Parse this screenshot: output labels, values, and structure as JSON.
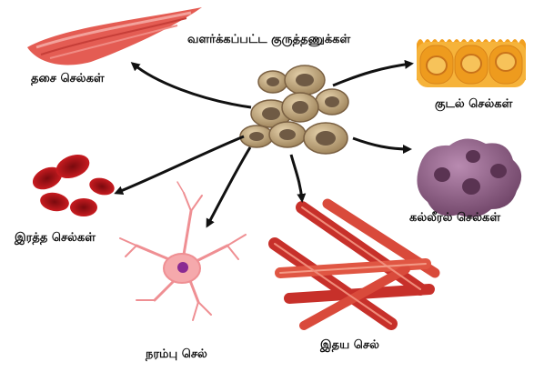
{
  "title": "வளர்க்கப்பட்ட குருத்தணுக்கள்",
  "labels": {
    "muscle": "தசை செல்கள்",
    "intestine": "குடல் செல்கள்",
    "blood": "இரத்த செல்கள்",
    "liver": "கல்லீரல் செல்கள்",
    "nerve": "நரம்பு செல்",
    "heart": "இதய செல்"
  },
  "colors": {
    "arrow": "#111111",
    "stem_fill": "#b9a079",
    "stem_nucleus": "#6f5a44",
    "muscle": "#e0554f",
    "intestine": "#f4a52a",
    "blood": "#c4161c",
    "liver": "#8e5f86",
    "nerve": "#f3a3a6",
    "heart": "#d6392d"
  }
}
